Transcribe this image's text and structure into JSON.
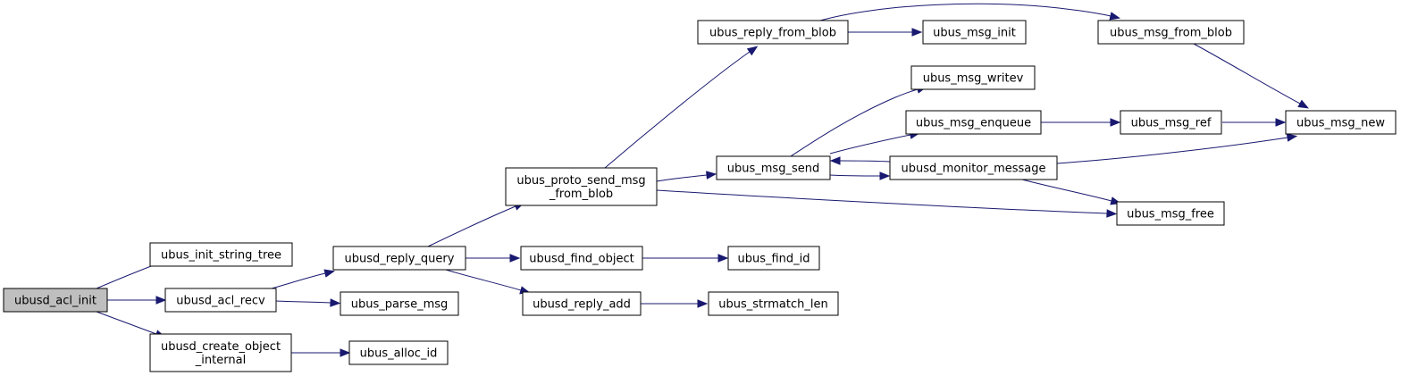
{
  "diagram": {
    "style": {
      "edge_color": "#191970",
      "root_fill": "#bfbfbf",
      "node_fill": "#ffffff",
      "node_border": "#000000"
    },
    "nodes": [
      {
        "id": "ubusd_acl_init",
        "lines": [
          "ubusd_acl_init"
        ],
        "root": true
      },
      {
        "id": "ubus_init_string_tree",
        "lines": [
          "ubus_init_string_tree"
        ]
      },
      {
        "id": "ubusd_acl_recv",
        "lines": [
          "ubusd_acl_recv"
        ]
      },
      {
        "id": "ubusd_create_object_internal",
        "lines": [
          "ubusd_create_object",
          "_internal"
        ]
      },
      {
        "id": "ubus_alloc_id",
        "lines": [
          "ubus_alloc_id"
        ]
      },
      {
        "id": "ubusd_reply_query",
        "lines": [
          "ubusd_reply_query"
        ]
      },
      {
        "id": "ubus_parse_msg",
        "lines": [
          "ubus_parse_msg"
        ]
      },
      {
        "id": "ubus_proto_send_msg_from_blob",
        "lines": [
          "ubus_proto_send_msg",
          "_from_blob"
        ]
      },
      {
        "id": "ubusd_find_object",
        "lines": [
          "ubusd_find_object"
        ]
      },
      {
        "id": "ubusd_reply_add",
        "lines": [
          "ubusd_reply_add"
        ]
      },
      {
        "id": "ubus_reply_from_blob",
        "lines": [
          "ubus_reply_from_blob"
        ]
      },
      {
        "id": "ubus_msg_send",
        "lines": [
          "ubus_msg_send"
        ]
      },
      {
        "id": "ubus_find_id",
        "lines": [
          "ubus_find_id"
        ]
      },
      {
        "id": "ubus_strmatch_len",
        "lines": [
          "ubus_strmatch_len"
        ]
      },
      {
        "id": "ubus_msg_init",
        "lines": [
          "ubus_msg_init"
        ]
      },
      {
        "id": "ubus_msg_writev",
        "lines": [
          "ubus_msg_writev"
        ]
      },
      {
        "id": "ubus_msg_enqueue",
        "lines": [
          "ubus_msg_enqueue"
        ]
      },
      {
        "id": "ubusd_monitor_message",
        "lines": [
          "ubusd_monitor_message"
        ]
      },
      {
        "id": "ubus_msg_from_blob",
        "lines": [
          "ubus_msg_from_blob"
        ]
      },
      {
        "id": "ubus_msg_ref",
        "lines": [
          "ubus_msg_ref"
        ]
      },
      {
        "id": "ubus_msg_free",
        "lines": [
          "ubus_msg_free"
        ]
      },
      {
        "id": "ubus_msg_new",
        "lines": [
          "ubus_msg_new"
        ]
      }
    ],
    "edges": [
      {
        "from": "ubusd_acl_init",
        "to": "ubus_init_string_tree"
      },
      {
        "from": "ubusd_acl_init",
        "to": "ubusd_acl_recv"
      },
      {
        "from": "ubusd_acl_init",
        "to": "ubusd_create_object_internal"
      },
      {
        "from": "ubusd_create_object_internal",
        "to": "ubus_alloc_id"
      },
      {
        "from": "ubusd_acl_recv",
        "to": "ubusd_reply_query"
      },
      {
        "from": "ubusd_acl_recv",
        "to": "ubus_parse_msg"
      },
      {
        "from": "ubusd_reply_query",
        "to": "ubus_proto_send_msg_from_blob"
      },
      {
        "from": "ubusd_reply_query",
        "to": "ubusd_find_object"
      },
      {
        "from": "ubusd_reply_query",
        "to": "ubusd_reply_add"
      },
      {
        "from": "ubusd_find_object",
        "to": "ubus_find_id"
      },
      {
        "from": "ubusd_reply_add",
        "to": "ubus_strmatch_len"
      },
      {
        "from": "ubus_proto_send_msg_from_blob",
        "to": "ubus_reply_from_blob"
      },
      {
        "from": "ubus_proto_send_msg_from_blob",
        "to": "ubus_msg_send"
      },
      {
        "from": "ubus_proto_send_msg_from_blob",
        "to": "ubus_msg_free"
      },
      {
        "from": "ubus_reply_from_blob",
        "to": "ubus_msg_init"
      },
      {
        "from": "ubus_reply_from_blob",
        "to": "ubus_msg_from_blob"
      },
      {
        "from": "ubus_msg_from_blob",
        "to": "ubus_msg_new"
      },
      {
        "from": "ubus_msg_send",
        "to": "ubus_msg_writev"
      },
      {
        "from": "ubus_msg_send",
        "to": "ubus_msg_enqueue"
      },
      {
        "from": "ubus_msg_send",
        "to": "ubusd_monitor_message"
      },
      {
        "from": "ubusd_monitor_message",
        "to": "ubus_msg_send"
      },
      {
        "from": "ubusd_monitor_message",
        "to": "ubus_msg_new"
      },
      {
        "from": "ubusd_monitor_message",
        "to": "ubus_msg_free"
      },
      {
        "from": "ubus_msg_enqueue",
        "to": "ubus_msg_ref"
      },
      {
        "from": "ubus_msg_ref",
        "to": "ubus_msg_new"
      }
    ]
  }
}
